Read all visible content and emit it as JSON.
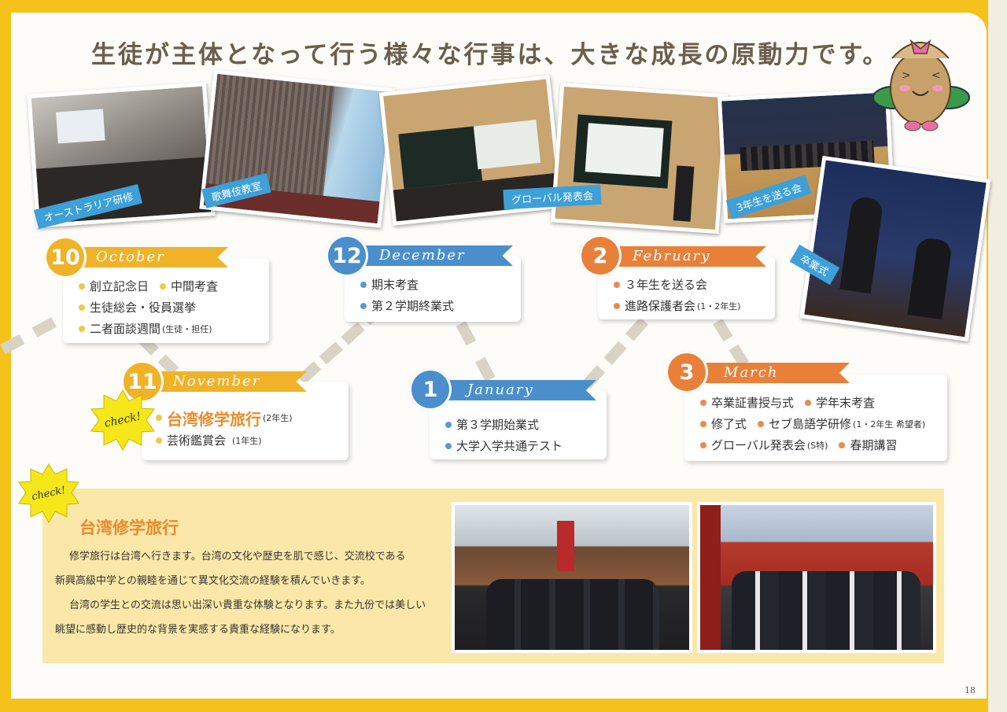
{
  "headline": "生徒が主体となって行う様々な行事は、大きな成長の原動力です。",
  "photo_captions": {
    "australia": "オーストラリア研修",
    "kabuki": "歌舞伎教室",
    "global": "グローバル発表会",
    "send_off": "3年生を送る会",
    "graduation": "卒業式"
  },
  "months": {
    "oct": {
      "num": "10",
      "name": "October",
      "color": "#f0b228"
    },
    "nov": {
      "num": "11",
      "name": "November",
      "color": "#f0b228"
    },
    "dec": {
      "num": "12",
      "name": "December",
      "color": "#4a8fcc"
    },
    "jan": {
      "num": "1",
      "name": "January",
      "color": "#4a8fcc"
    },
    "feb": {
      "num": "2",
      "name": "February",
      "color": "#e8803a"
    },
    "mar": {
      "num": "3",
      "name": "March",
      "color": "#e8803a"
    }
  },
  "events": {
    "oct_1": "創立記念日",
    "oct_2": "中間考査",
    "oct_3": "生徒総会・役員選挙",
    "oct_4": "二者面談週間",
    "oct_4_note": "(生徒・担任)",
    "nov_1": "台湾修学旅行",
    "nov_1_note": "(2年生)",
    "nov_2": "芸術鑑賞会",
    "nov_2_note": "(1年生)",
    "dec_1": "期末考査",
    "dec_2": "第２学期終業式",
    "jan_1": "第３学期始業式",
    "jan_2": "大学入学共通テスト",
    "feb_1": "３年生を送る会",
    "feb_2": "進路保護者会",
    "feb_2_note": "(1・2年生)",
    "mar_1": "卒業証書授与式",
    "mar_2": "学年末考査",
    "mar_3": "修了式",
    "mar_4": "セブ島語学研修",
    "mar_4_note": "(1・2年生 希望者)",
    "mar_5": "グローバル発表会",
    "mar_5_note": "(S特)",
    "mar_6": "春期講習"
  },
  "check_label": "check!",
  "taiwan": {
    "title": "台湾修学旅行",
    "p1_line1": "修学旅行は台湾へ行きます。台湾の文化や歴史を肌で感じ、交流校である",
    "p1_line2": "新興高級中学との親睦を通じて異文化交流の経験を積んでいきます。",
    "p2_line1": "台湾の学生との交流は思い出深い貴重な体験となります。また九份では美しい",
    "p2_line2": "眺望に感動し歴史的な背景を実感する貴重な経験になります。"
  },
  "page_number": "18"
}
